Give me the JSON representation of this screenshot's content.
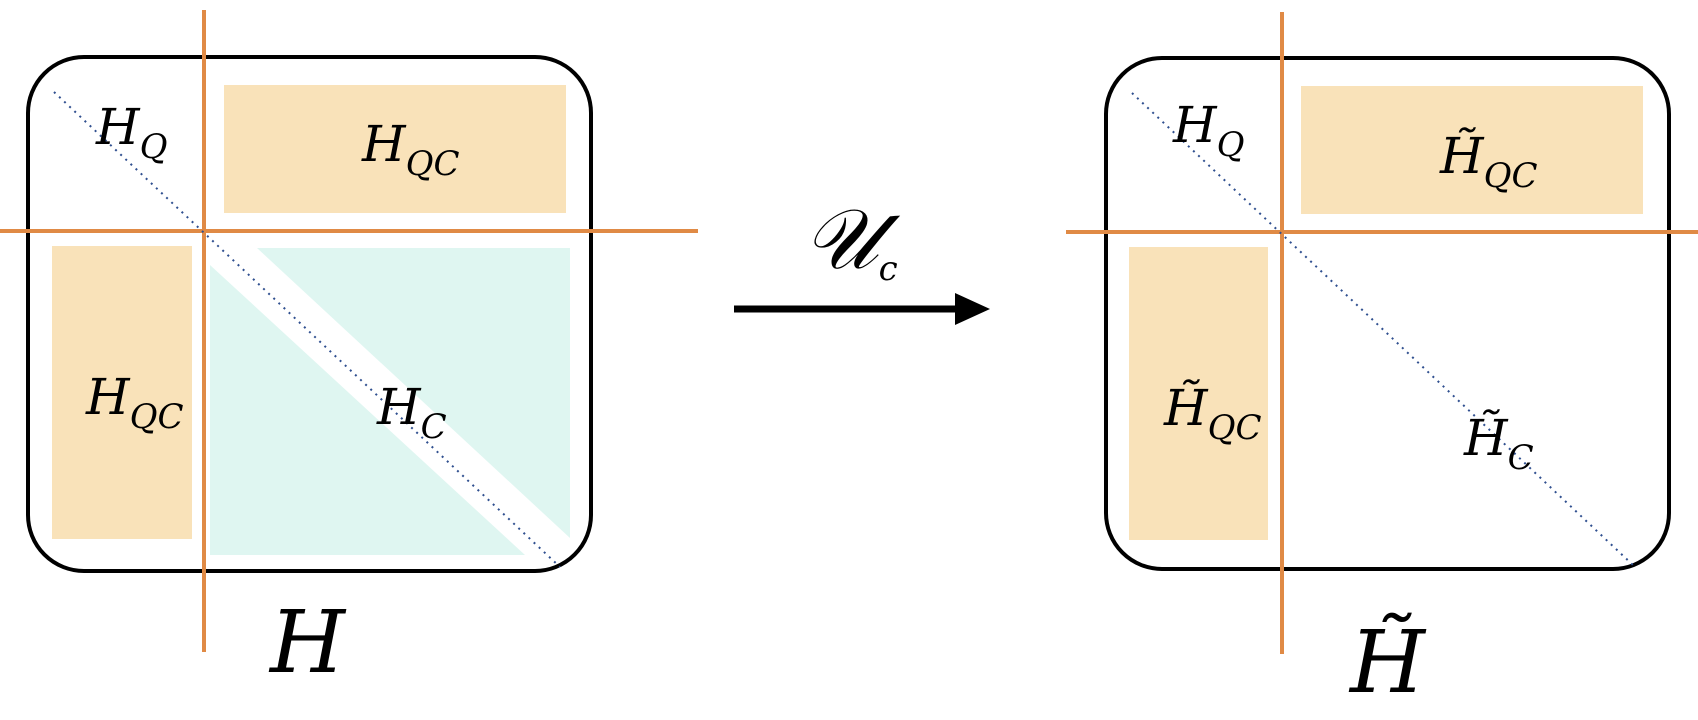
{
  "colors": {
    "frame": "#000000",
    "axis": "#e08a45",
    "offdiag_block": "#f9e2b9",
    "diag_block": "#dff6f1",
    "dotted_diagonal": "#2f4f8f",
    "arrow": "#000000"
  },
  "left_matrix": {
    "name_main": "H",
    "hq": {
      "main": "H",
      "sub": "Q"
    },
    "hqc_top": {
      "main": "H",
      "sub": "QC"
    },
    "hqc_left": {
      "main": "H",
      "sub": "QC"
    },
    "hc": {
      "main": "H",
      "sub": "C"
    }
  },
  "transform": {
    "operator_main": "𝒰",
    "operator_sub": "c"
  },
  "right_matrix": {
    "name_main": "H̃",
    "hq": {
      "main": "H",
      "sub": "Q"
    },
    "hqc_top": {
      "main": "H̃",
      "sub": "QC"
    },
    "hqc_left": {
      "main": "H̃",
      "sub": "QC"
    },
    "hc": {
      "main": "H̃",
      "sub": "C"
    }
  }
}
